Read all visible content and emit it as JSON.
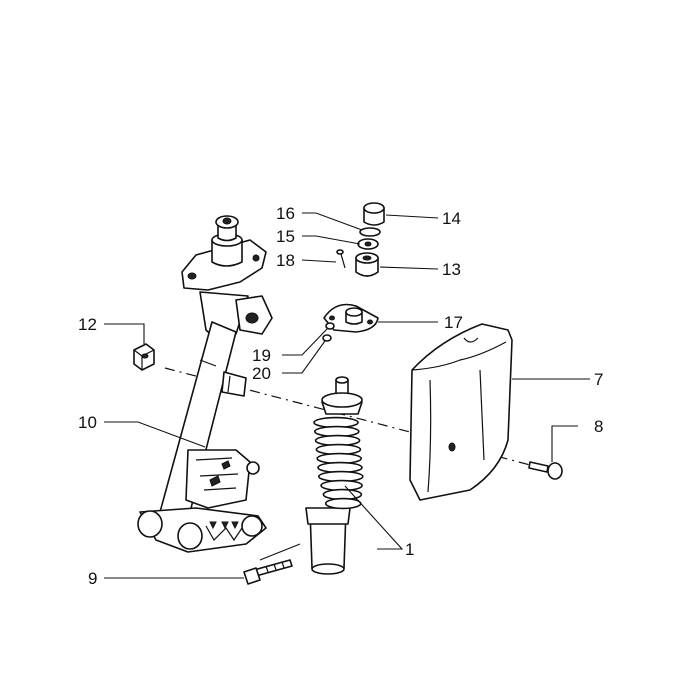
{
  "callouts": {
    "c1": "1",
    "c7": "7",
    "c8": "8",
    "c9": "9",
    "c10": "10",
    "c12": "12",
    "c13": "13",
    "c14": "14",
    "c15": "15",
    "c16": "16",
    "c17": "17",
    "c18": "18",
    "c19": "19",
    "c20": "20"
  }
}
